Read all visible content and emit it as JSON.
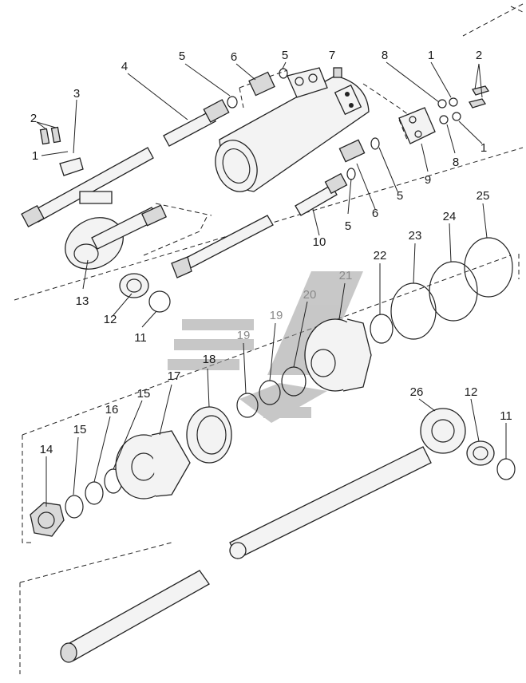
{
  "diagram": {
    "labels": {
      "l1a": "1",
      "l1b": "1",
      "l1c": "1",
      "l2a": "2",
      "l2b": "2",
      "l3": "3",
      "l4": "4",
      "l5a": "5",
      "l5b": "5",
      "l5c": "5",
      "l5d": "5",
      "l6a": "6",
      "l6b": "6",
      "l7": "7",
      "l8a": "8",
      "l8b": "8",
      "l9": "9",
      "l10": "10",
      "l11a": "11",
      "l11b": "11",
      "l12a": "12",
      "l12b": "12",
      "l13": "13",
      "l14": "14",
      "l15a": "15",
      "l15b": "15",
      "l16": "16",
      "l17": "17",
      "l18": "18",
      "l19a": "19",
      "l19b": "19",
      "l20": "20",
      "l21": "21",
      "l22": "22",
      "l23": "23",
      "l24": "24",
      "l25": "25",
      "l26": "26"
    }
  }
}
